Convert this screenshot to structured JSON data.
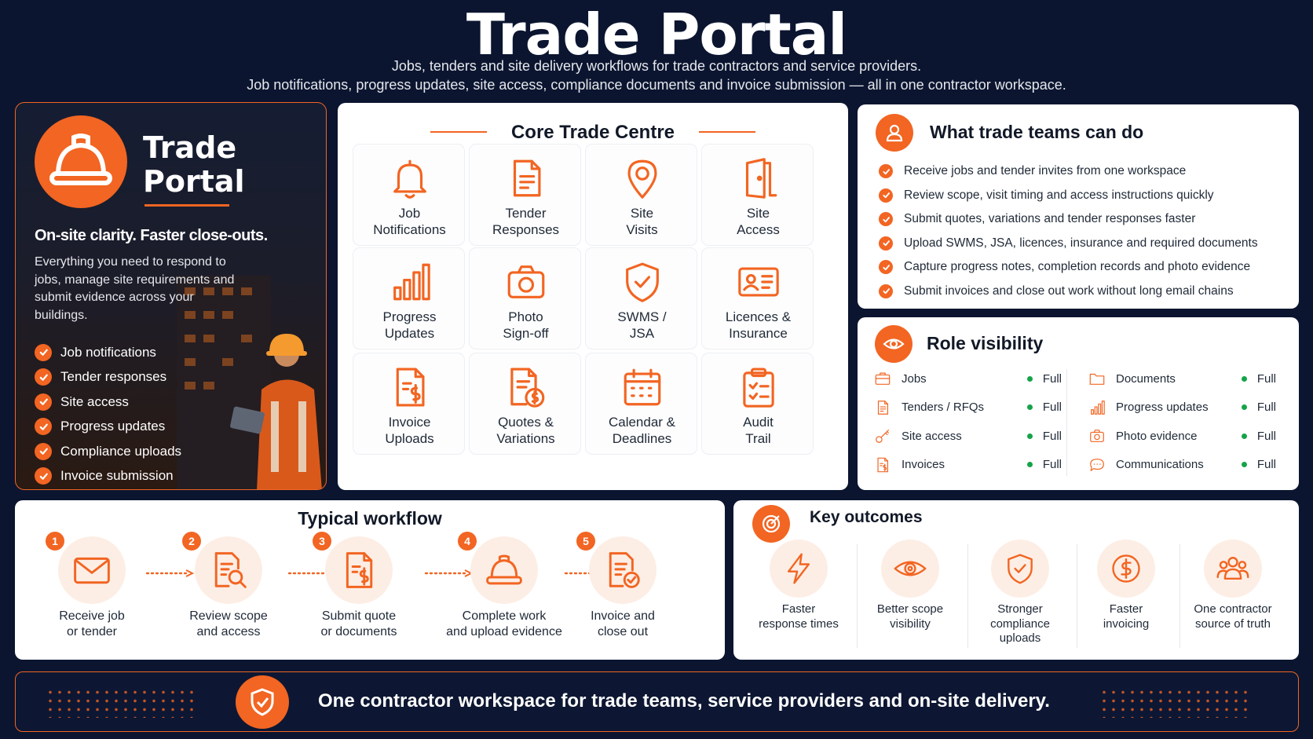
{
  "header": {
    "title": "Trade Portal",
    "subtitle_1": "Jobs, tenders and site delivery workflows for trade contractors and service providers.",
    "subtitle_2": "Job notifications, progress updates, site access, compliance documents and invoice submission — all in one contractor workspace."
  },
  "hero": {
    "title_line_1": "Trade",
    "title_line_2": "Portal",
    "tagline": "On-site clarity. Faster close-outs.",
    "description": "Everything you need to respond to jobs, manage site requirements and submit evidence across your buildings.",
    "items": [
      "Job notifications",
      "Tender responses",
      "Site access",
      "Progress updates",
      "Compliance uploads",
      "Invoice submission"
    ]
  },
  "core": {
    "title": "Core Trade Centre",
    "tiles": [
      {
        "label": "Job\nNotifications",
        "icon": "bell-icon"
      },
      {
        "label": "Tender\nResponses",
        "icon": "document-icon"
      },
      {
        "label": "Site\nVisits",
        "icon": "map-pin-icon"
      },
      {
        "label": "Site\nAccess",
        "icon": "door-icon"
      },
      {
        "label": "Progress\nUpdates",
        "icon": "bar-chart-icon"
      },
      {
        "label": "Photo\nSign-off",
        "icon": "camera-icon"
      },
      {
        "label": "SWMS /\nJSA",
        "icon": "shield-check-icon"
      },
      {
        "label": "Licences &\nInsurance",
        "icon": "id-card-icon"
      },
      {
        "label": "Invoice\nUploads",
        "icon": "invoice-icon"
      },
      {
        "label": "Quotes &\nVariations",
        "icon": "quote-dollar-icon"
      },
      {
        "label": "Calendar &\nDeadlines",
        "icon": "calendar-icon"
      },
      {
        "label": "Audit\nTrail",
        "icon": "clipboard-icon"
      }
    ]
  },
  "what": {
    "title": "What trade teams can do",
    "items": [
      "Receive jobs and tender invites from one workspace",
      "Review scope, visit timing and access instructions quickly",
      "Submit quotes, variations and tender responses faster",
      "Upload SWMS, JSA, licences, insurance and required documents",
      "Capture progress notes, completion records and photo evidence",
      "Submit invoices and close out work without long email chains"
    ]
  },
  "role": {
    "title": "Role visibility",
    "left": [
      {
        "label": "Jobs",
        "value": "Full",
        "icon": "briefcase-icon"
      },
      {
        "label": "Tenders / RFQs",
        "value": "Full",
        "icon": "document-icon"
      },
      {
        "label": "Site access",
        "value": "Full",
        "icon": "key-icon"
      },
      {
        "label": "Invoices",
        "value": "Full",
        "icon": "invoice-icon"
      }
    ],
    "right": [
      {
        "label": "Documents",
        "value": "Full",
        "icon": "folder-icon"
      },
      {
        "label": "Progress updates",
        "value": "Full",
        "icon": "bar-chart-icon"
      },
      {
        "label": "Photo evidence",
        "value": "Full",
        "icon": "camera-icon"
      },
      {
        "label": "Communications",
        "value": "Full",
        "icon": "chat-icon"
      }
    ]
  },
  "workflow": {
    "title": "Typical workflow",
    "steps": [
      {
        "num": "1",
        "label": "Receive job\nor tender",
        "icon": "envelope-icon"
      },
      {
        "num": "2",
        "label": "Review scope\nand access",
        "icon": "search-document-icon"
      },
      {
        "num": "3",
        "label": "Submit quote\nor documents",
        "icon": "invoice-icon"
      },
      {
        "num": "4",
        "label": "Complete work\nand upload evidence",
        "icon": "hard-hat-icon"
      },
      {
        "num": "5",
        "label": "Invoice and\nclose out",
        "icon": "document-check-icon"
      }
    ]
  },
  "outcomes": {
    "title": "Key outcomes",
    "items": [
      {
        "label": "Faster\nresponse times",
        "icon": "lightning-icon"
      },
      {
        "label": "Better scope\nvisibility",
        "icon": "eye-icon"
      },
      {
        "label": "Stronger\ncompliance\nuploads",
        "icon": "shield-check-icon"
      },
      {
        "label": "Faster\ninvoicing",
        "icon": "dollar-circle-icon"
      },
      {
        "label": "One contractor\nsource of truth",
        "icon": "team-icon"
      }
    ]
  },
  "banner": {
    "text": "One contractor workspace for trade teams, service providers and on-site delivery."
  },
  "colors": {
    "accent": "#f26522",
    "background": "#0b1530",
    "status_full": "#16a34a"
  }
}
